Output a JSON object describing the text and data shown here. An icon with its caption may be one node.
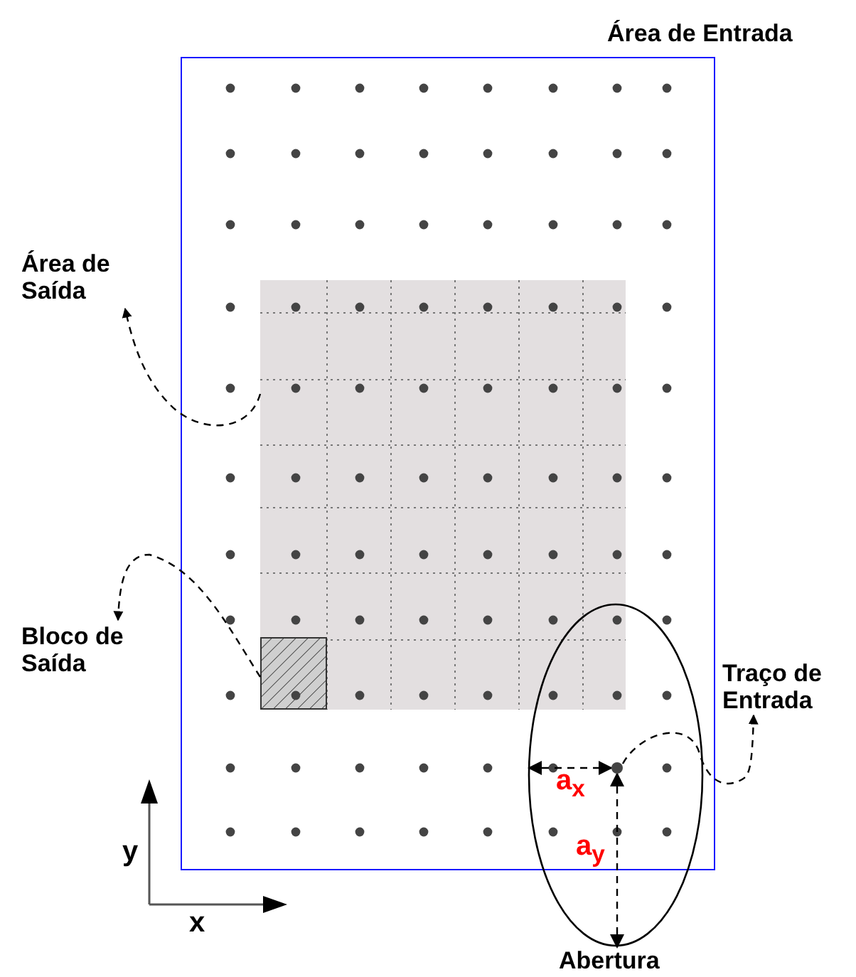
{
  "diagram": {
    "nodes": [
      {
        "text": [
          "Área de Entrada"
        ]
      },
      {
        "text": [],
        "shape": "box",
        "in": 0
      },
      {
        "text": [
          "Área de Saída"
        ]
      },
      {
        "text": [
          "Bloco de Saída"
        ]
      },
      {
        "text": [],
        "shape": "box",
        "in": 1
      },
      {
        "text": [
          "Abertura"
        ]
      },
      {
        "text": [
          "Traço de Entrada"
        ]
      },
      {
        "text": [],
        "shape": "circle"
      }
    ],
    "edges": [
      {
        "from": 1,
        "to": 2,
        "arrow": "to",
        "style": "dashed"
      },
      {
        "from": 4,
        "to": 3,
        "arrow": "to",
        "style": "dashed"
      },
      {
        "from": 7,
        "to": 6,
        "arrow": "to",
        "style": "dashed"
      },
      {
        "from": 5,
        "to": 7,
        "arrow": "both",
        "style": "dashed",
        "label": "a$_{x}$"
      },
      {
        "from": 7,
        "to": 5,
        "arrow": "both",
        "style": "dashed",
        "label": "a$_{y}$"
      }
    ],
    "labels": [
      "y",
      "x"
    ]
  }
}
